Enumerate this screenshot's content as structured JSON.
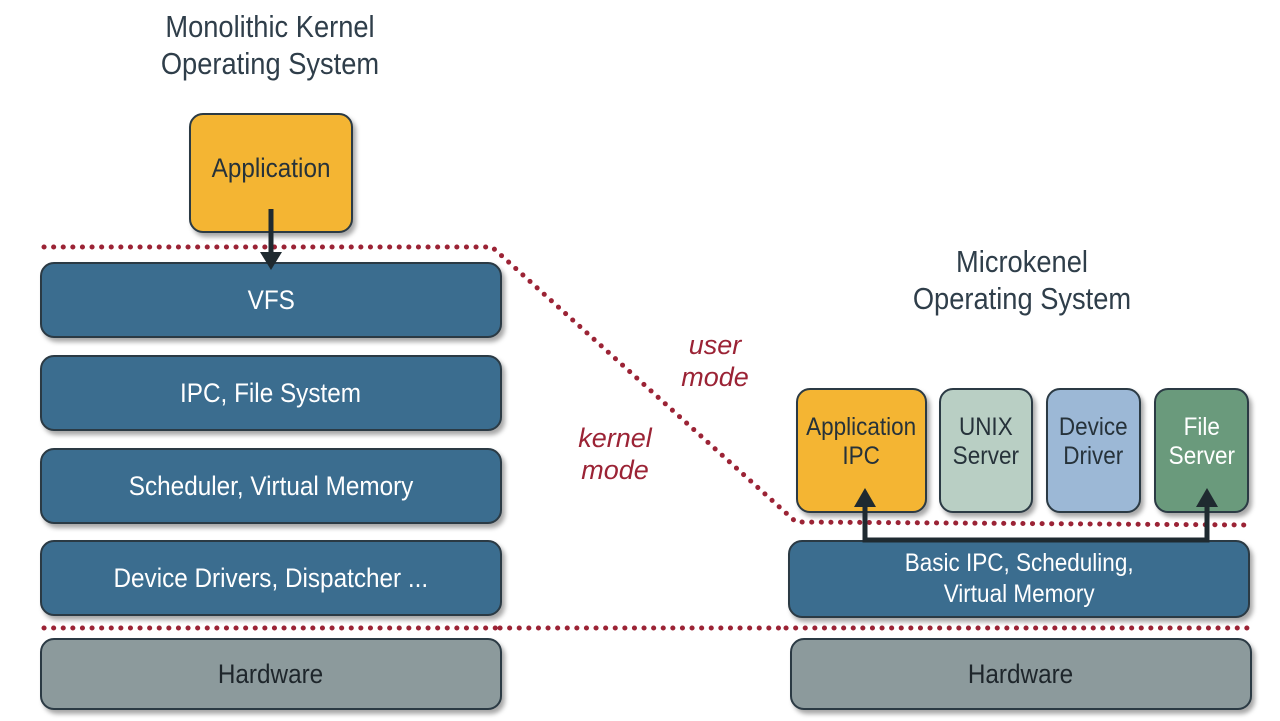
{
  "monolithic": {
    "title_line1": "Monolithic Kernel",
    "title_line2": "Operating System",
    "application": "Application",
    "layers": [
      "VFS",
      "IPC, File System",
      "Scheduler, Virtual Memory",
      "Device Drivers, Dispatcher ..."
    ],
    "hardware": "Hardware"
  },
  "microkernel": {
    "title_line1": "Microkenel",
    "title_line2": "Operating System",
    "servers": [
      {
        "line1": "Application",
        "line2": "IPC"
      },
      {
        "line1": "UNIX",
        "line2": "Server"
      },
      {
        "line1": "Device",
        "line2": "Driver"
      },
      {
        "line1": "File",
        "line2": "Server"
      }
    ],
    "kernel_line1": "Basic IPC, Scheduling,",
    "kernel_line2": "Virtual Memory",
    "hardware": "Hardware"
  },
  "modes": {
    "user_line1": "user",
    "user_line2": "mode",
    "kernel_line1": "kernel",
    "kernel_line2": "mode"
  },
  "colors": {
    "kernel_blue": "#3b6d8f",
    "hardware_gray": "#8c9a9c",
    "application_yellow": "#f4b533",
    "unix_server": "#b9cfc4",
    "device_driver": "#9cb8d6",
    "file_server": "#6a9a7c",
    "boundary_red": "#9b2335"
  }
}
